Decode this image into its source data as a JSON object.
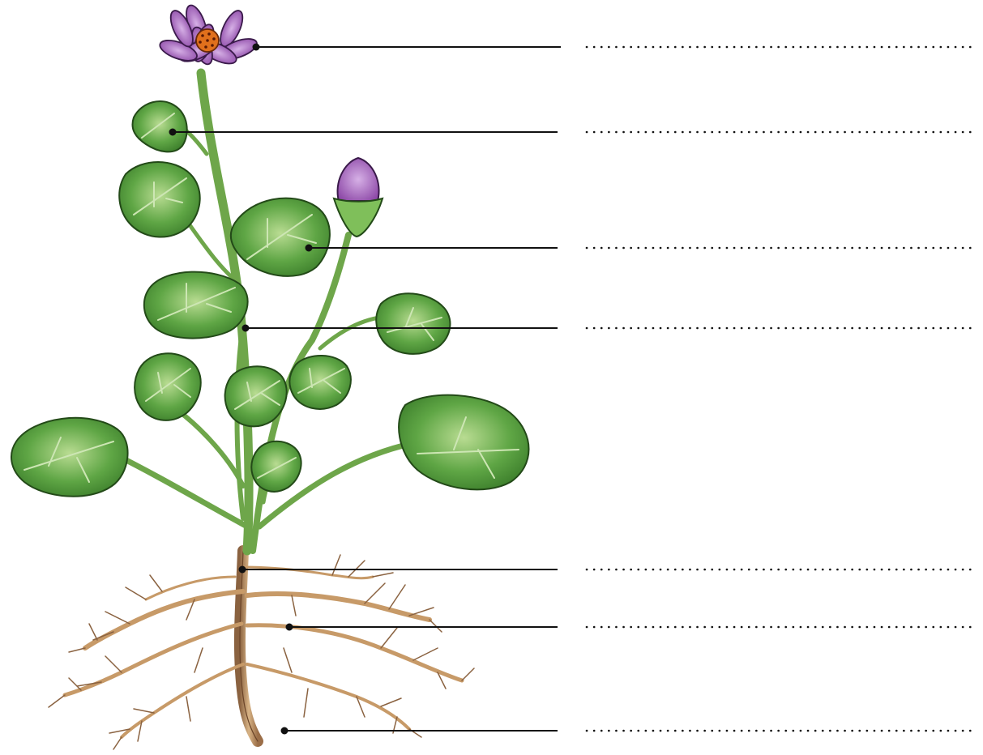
{
  "colors": {
    "petal": "#9b59b6",
    "petal_light": "#c79ad8",
    "flower_center": "#e0701c",
    "leaf": "#4f9a3a",
    "leaf_light": "#8cc46a",
    "stem": "#7fb05a",
    "root": "#c8a070",
    "root_dark": "#8a6240",
    "label_line": "#111111"
  },
  "labels": [
    {
      "part": "flower",
      "answer": ""
    },
    {
      "part": "leaf",
      "answer": ""
    },
    {
      "part": "leaf",
      "answer": ""
    },
    {
      "part": "stem",
      "answer": ""
    },
    {
      "part": "root-collar",
      "answer": ""
    },
    {
      "part": "lateral-root",
      "answer": ""
    },
    {
      "part": "root-hairs",
      "answer": ""
    }
  ]
}
